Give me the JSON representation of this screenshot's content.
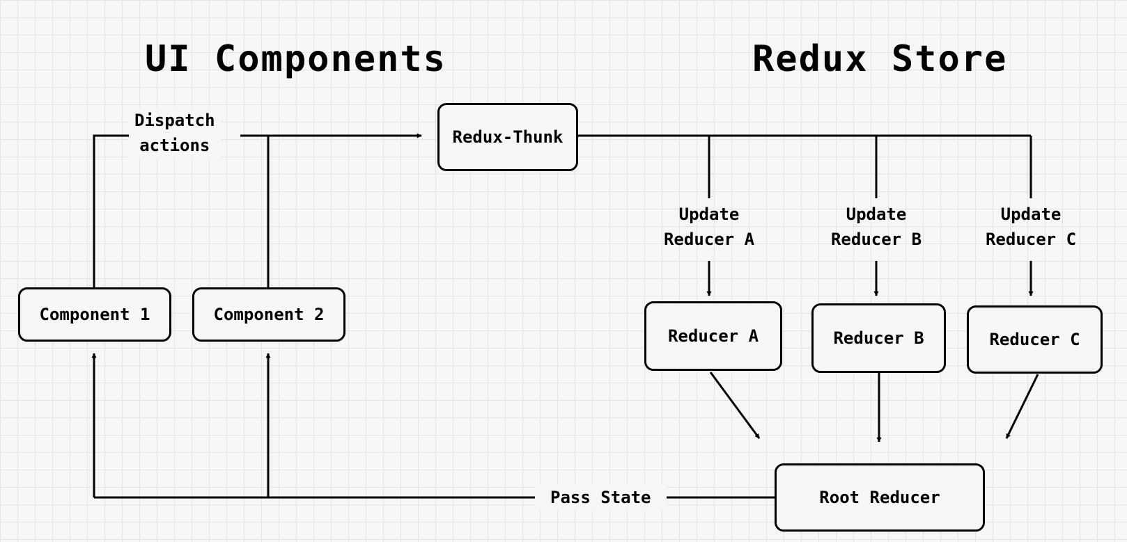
{
  "headings": {
    "ui": "UI Components",
    "store": "Redux Store"
  },
  "nodes": {
    "component1": "Component 1",
    "component2": "Component 2",
    "thunk": "Redux-Thunk",
    "reducerA": "Reducer A",
    "reducerB": "Reducer B",
    "reducerC": "Reducer C",
    "root": "Root Reducer"
  },
  "edges": {
    "dispatch": [
      "Dispatch",
      "actions"
    ],
    "updateA": [
      "Update",
      "Reducer A"
    ],
    "updateB": [
      "Update",
      "Reducer B"
    ],
    "updateC": [
      "Update",
      "Reducer C"
    ],
    "passState": "Pass State"
  }
}
